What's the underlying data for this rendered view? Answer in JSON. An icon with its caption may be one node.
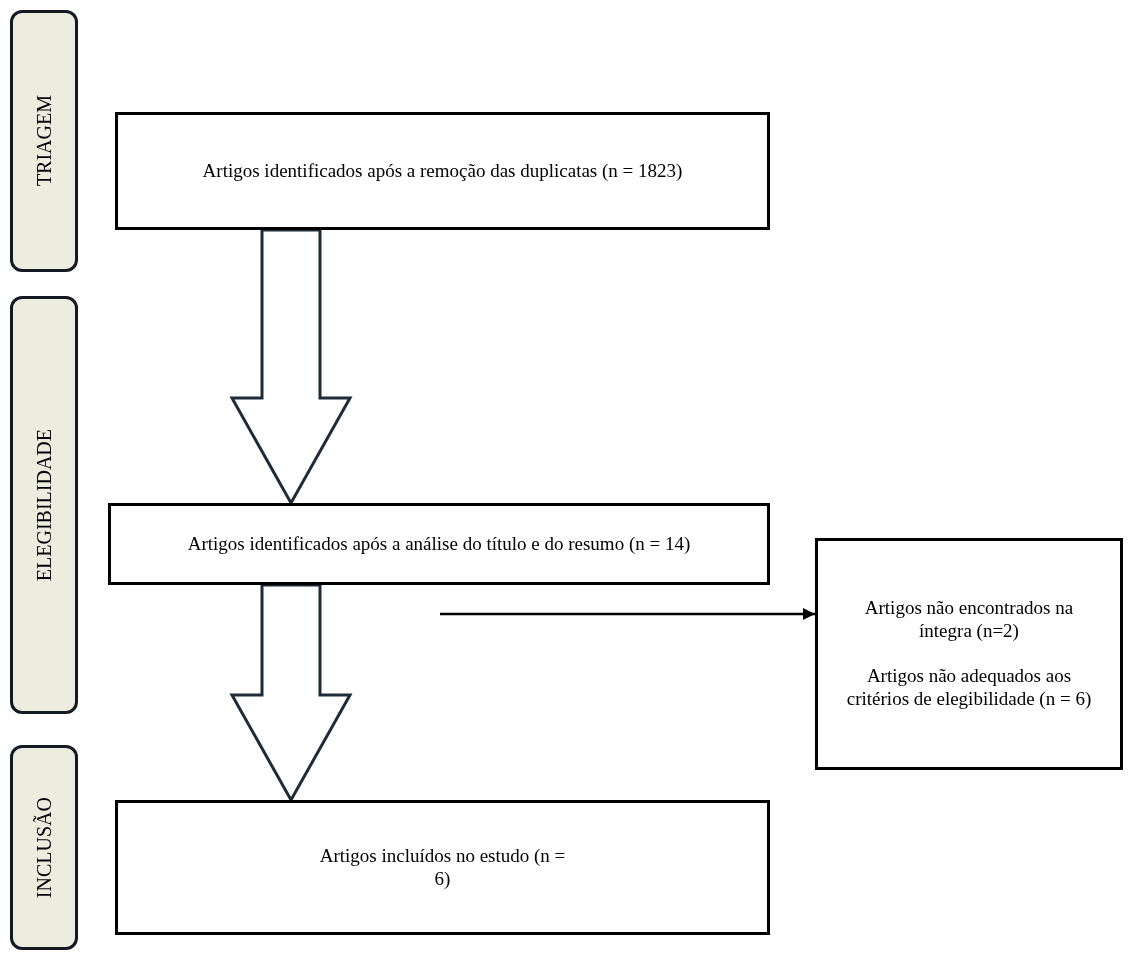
{
  "diagram": {
    "nodes": [
      {
        "text": [
          "TRIAGEM"
        ]
      },
      {
        "text": [
          "ELEGIBILIDADE"
        ]
      },
      {
        "text": [
          "INCLUSÃO"
        ]
      },
      {
        "text": [
          "Artigos identificados após a remoção das duplicatas (n = 1823)"
        ]
      },
      {
        "text": [
          "Artigos identificados após a análise do título e do resumo (n = 14)"
        ]
      },
      {
        "text": [
          "Artigos não encontrados na íntegra (n=2)",
          "Artigos não adequados aos critérios de elegibilidade (n = 6)"
        ]
      },
      {
        "text": [
          "Artigos incluídos no estudo (n = 6)"
        ]
      }
    ],
    "edges": [
      {
        "from": 3,
        "to": 4,
        "arrow": "to",
        "style": "thick"
      },
      {
        "from": 4,
        "to": 6,
        "arrow": "to",
        "style": "thick"
      },
      {
        "from": null,
        "to": 5,
        "arrow": "to"
      }
    ]
  }
}
